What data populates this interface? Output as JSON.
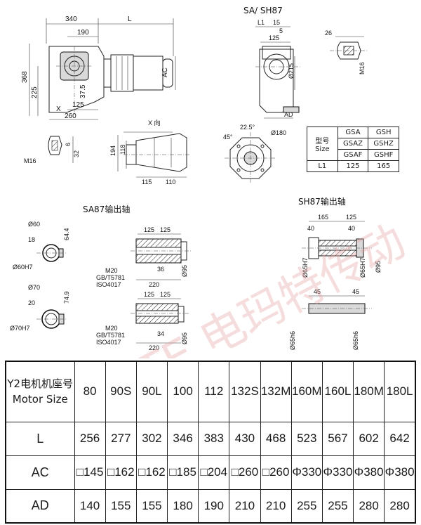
{
  "views": {
    "side_view": {
      "dims": [
        "340",
        "L",
        "190",
        "368",
        "225",
        "AC",
        "37.5",
        "125",
        "260",
        "X"
      ]
    },
    "front_view": {
      "title": "SA/ SH87",
      "dims": [
        "L1",
        "15",
        "5",
        "125",
        "Ø215",
        "AD"
      ]
    },
    "key_detail": {
      "dims": [
        "26",
        "M16"
      ]
    },
    "x_view": {
      "title": "X 向",
      "dims": [
        "194",
        "118",
        "115",
        "110"
      ]
    },
    "flange_view": {
      "dims": [
        "22.5°",
        "45°",
        "Ø180"
      ]
    },
    "key_small": {
      "dims": [
        "M16",
        "6",
        "32"
      ]
    }
  },
  "size_table": {
    "header_label": "型号",
    "header_sub": "Size",
    "columns": [
      [
        "GSA",
        "GSAZ",
        "GSAF"
      ],
      [
        "GSH",
        "GSHZ",
        "GSHF"
      ]
    ],
    "row_label": "L1",
    "values": [
      "125",
      "165"
    ]
  },
  "sa_shaft": {
    "title": "SA87输出轴",
    "dims_a": [
      "Ø60",
      "18",
      "64.4",
      "Ø60H7"
    ],
    "dims_b": [
      "Ø70",
      "20",
      "74.9",
      "Ø70H7"
    ],
    "dims_c": [
      "125",
      "125",
      "36",
      "220",
      "Ø95",
      "M20",
      "GB/T5781",
      "ISO4017"
    ],
    "dims_d": [
      "125",
      "125",
      "34",
      "220",
      "Ø95",
      "M20",
      "GB/T5781",
      "ISO4017"
    ]
  },
  "sh_shaft": {
    "title": "SH87输出轴",
    "dims_a": [
      "165",
      "125",
      "40",
      "40",
      "Ø65H7",
      "Ø65H7",
      "Ø95"
    ],
    "dims_b": [
      "45",
      "45",
      "Ø65h6",
      "Ø65h6"
    ]
  },
  "watermark": "VEMTE 电玛特传动",
  "motor_table": {
    "header": [
      "Y2电机机座号",
      "Motor Size"
    ],
    "sizes": [
      "80",
      "90S",
      "90L",
      "100",
      "112",
      "132S",
      "132M",
      "160M",
      "160L",
      "180M",
      "180L"
    ],
    "rows": [
      {
        "label": "L",
        "values": [
          "256",
          "277",
          "302",
          "346",
          "383",
          "430",
          "468",
          "523",
          "567",
          "602",
          "642"
        ]
      },
      {
        "label": "AC",
        "values": [
          "□145",
          "□162",
          "□162",
          "□185",
          "□204",
          "□260",
          "□260",
          "Φ330",
          "Φ330",
          "Φ380",
          "Φ380"
        ]
      },
      {
        "label": "AD",
        "values": [
          "140",
          "155",
          "155",
          "180",
          "190",
          "210",
          "210",
          "255",
          "255",
          "280",
          "280"
        ]
      }
    ]
  }
}
